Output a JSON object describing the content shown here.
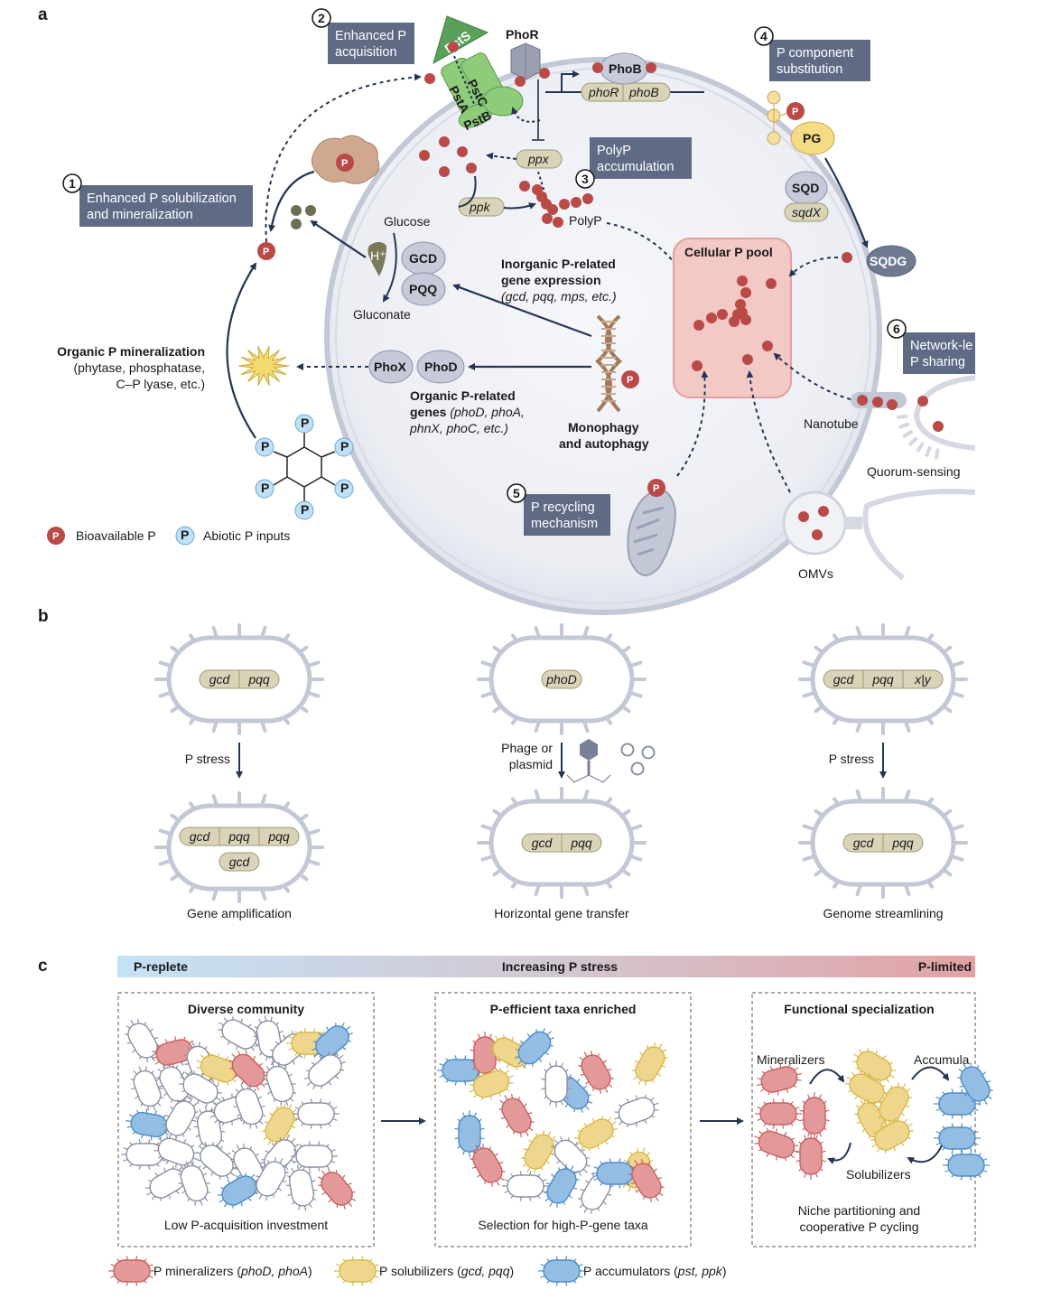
{
  "colors": {
    "label_box": "#5f6b85",
    "cell_fill": "#eef0f5",
    "cell_border": "#c3c8d6",
    "bio_p": "#b94a48",
    "abiotic_p": "#bfe0f5",
    "gene_box": "#d9d4b8",
    "pool": "#f3c9c6",
    "mineralizer": "#e3999a",
    "solubilizer": "#eed78c",
    "accumulator": "#93bde3",
    "arrow": "#243552"
  },
  "panel_a": {
    "panel_label": "a",
    "labels": [
      {
        "num": "1",
        "lines": [
          "Enhanced P solubilization",
          "and mineralization"
        ]
      },
      {
        "num": "2",
        "lines": [
          "Enhanced P",
          "acquisition"
        ]
      },
      {
        "num": "3",
        "lines": [
          "PolyP",
          "accumulation"
        ]
      },
      {
        "num": "4",
        "lines": [
          "P component",
          "substitution"
        ]
      },
      {
        "num": "5",
        "lines": [
          "P recycling",
          "mechanism"
        ]
      },
      {
        "num": "6",
        "lines": [
          "Network-le",
          "P sharing"
        ]
      }
    ],
    "proteins": {
      "psts": "PstS",
      "pstc": "PstC",
      "psta": "PstA",
      "pstb": "PstB",
      "phor": "PhoR",
      "phob": "PhoB",
      "gcd": "GCD",
      "pqq": "PQQ",
      "phox": "PhoX",
      "phod": "PhoD",
      "sqd": "SQD",
      "sqdg": "SQDG",
      "pg": "PG"
    },
    "genes": {
      "phor": "phoR",
      "phob": "phoB",
      "ppx": "ppx",
      "ppk": "ppk",
      "sqdx": "sqdX"
    },
    "texts": {
      "glucose": "Glucose",
      "gluconate": "Gluconate",
      "hplus": "H⁺",
      "polyp": "PolyP",
      "pool_title": "Cellular P pool",
      "inorg_title_1": "Inorganic P-related",
      "inorg_title_2": "gene expression",
      "inorg_genes": "(gcd, pqq, mps, etc.)",
      "org_title_1": "Organic P-related",
      "org_title_2": "genes",
      "org_genes_1": " (phoD, phoA,",
      "org_genes_2": "phnX, phoC, etc.)",
      "mono_1": "Monophagy",
      "mono_2": "and autophagy",
      "orgmin_title": "Organic P mineralization",
      "orgmin_1": "(phytase, phosphatase,",
      "orgmin_2": "C–P lyase, etc.)",
      "nanotube": "Nanotube",
      "quorum": "Quorum-sensing",
      "omvs": "OMVs",
      "p_symbol": "P"
    },
    "legend": [
      {
        "type": "bioavailable",
        "label": "Bioavailable P"
      },
      {
        "type": "abiotic",
        "label": "Abiotic P inputs"
      }
    ]
  },
  "panel_b": {
    "panel_label": "b",
    "columns": [
      {
        "top_genes": [
          "gcd",
          "pqq"
        ],
        "arrow_label": [
          "P stress"
        ],
        "bottom_genes": [
          "gcd",
          "pqq",
          "pqq"
        ],
        "bottom_extra": [
          "gcd"
        ],
        "caption": "Gene amplification"
      },
      {
        "top_genes": [
          "phoD"
        ],
        "arrow_label": [
          "Phage or",
          "plasmid"
        ],
        "bottom_genes": [
          "gcd",
          "pqq"
        ],
        "bottom_extra": [],
        "caption": "Horizontal gene transfer"
      },
      {
        "top_genes": [
          "gcd",
          "pqq",
          "x|y"
        ],
        "arrow_label": [
          "P stress"
        ],
        "bottom_genes": [
          "gcd",
          "pqq"
        ],
        "bottom_extra": [],
        "caption": "Genome streamlining"
      }
    ]
  },
  "panel_c": {
    "panel_label": "c",
    "gradient": {
      "left": "P-replete",
      "center": "Increasing P stress",
      "right": "P-limited"
    },
    "boxes": [
      {
        "title": "Diverse community",
        "caption": [
          "Low P-acquisition investment"
        ]
      },
      {
        "title": "P-efficient taxa enriched",
        "caption": [
          "Selection for high-P-gene taxa"
        ]
      },
      {
        "title": "Functional specialization",
        "caption": [
          "Niche partitioning and",
          "cooperative P cycling"
        ],
        "groups": [
          "Mineralizers",
          "Accumula",
          "Solubilizers"
        ]
      }
    ],
    "legend": [
      {
        "type": "mineralizer",
        "label": "P mineralizers (",
        "genes": "phoD, phoA",
        "close": ")"
      },
      {
        "type": "solubilizer",
        "label": "P solubilizers (",
        "genes": "gcd, pqq",
        "close": ")"
      },
      {
        "type": "accumulator",
        "label": "P accumulators (",
        "genes": "pst, ppk",
        "close": ")"
      }
    ]
  }
}
